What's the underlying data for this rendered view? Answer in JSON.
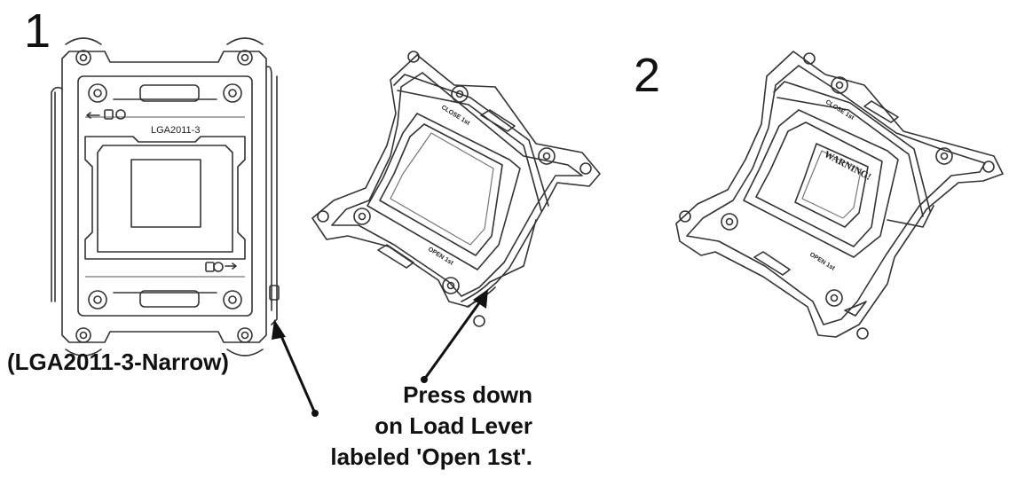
{
  "steps": {
    "first": "1",
    "second": "2"
  },
  "socket_top_view": {
    "socket_label": "LGA2011-3",
    "model_caption": "(LGA2011-3-Narrow)"
  },
  "socket_open_view": {
    "close_label": "CLOSE 1st",
    "open_label": "OPEN 1st"
  },
  "socket_step2_view": {
    "close_label": "CLOSE 1st",
    "open_label": "OPEN 1st",
    "cover_label": "WARNING!"
  },
  "instruction": {
    "line1": "Press down",
    "line2": "on Load Lever",
    "line3": "labeled 'Open 1st'."
  }
}
